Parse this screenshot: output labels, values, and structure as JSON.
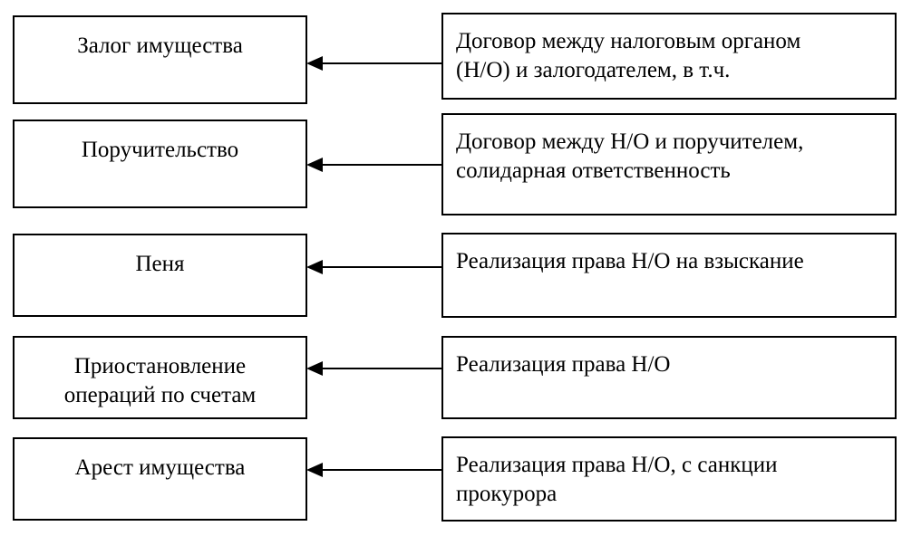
{
  "diagram": {
    "rows": [
      {
        "left": [
          "Залог имущества"
        ],
        "right": [
          "Договор между налоговым органом",
          "(Н/О) и залогодателем, в т.ч."
        ]
      },
      {
        "left": [
          "Поручительство"
        ],
        "right": [
          "Договор между Н/О и поручителем,",
          "солидарная ответственность"
        ]
      },
      {
        "left": [
          "Пеня"
        ],
        "right": [
          "Реализация права Н/О на взыскание"
        ]
      },
      {
        "left": [
          "Приостановление",
          "операций по счетам"
        ],
        "right": [
          "Реализация права Н/О"
        ]
      },
      {
        "left": [
          "Арест имущества"
        ],
        "right": [
          "Реализация права Н/О, с санкции",
          "прокурора"
        ]
      }
    ]
  }
}
